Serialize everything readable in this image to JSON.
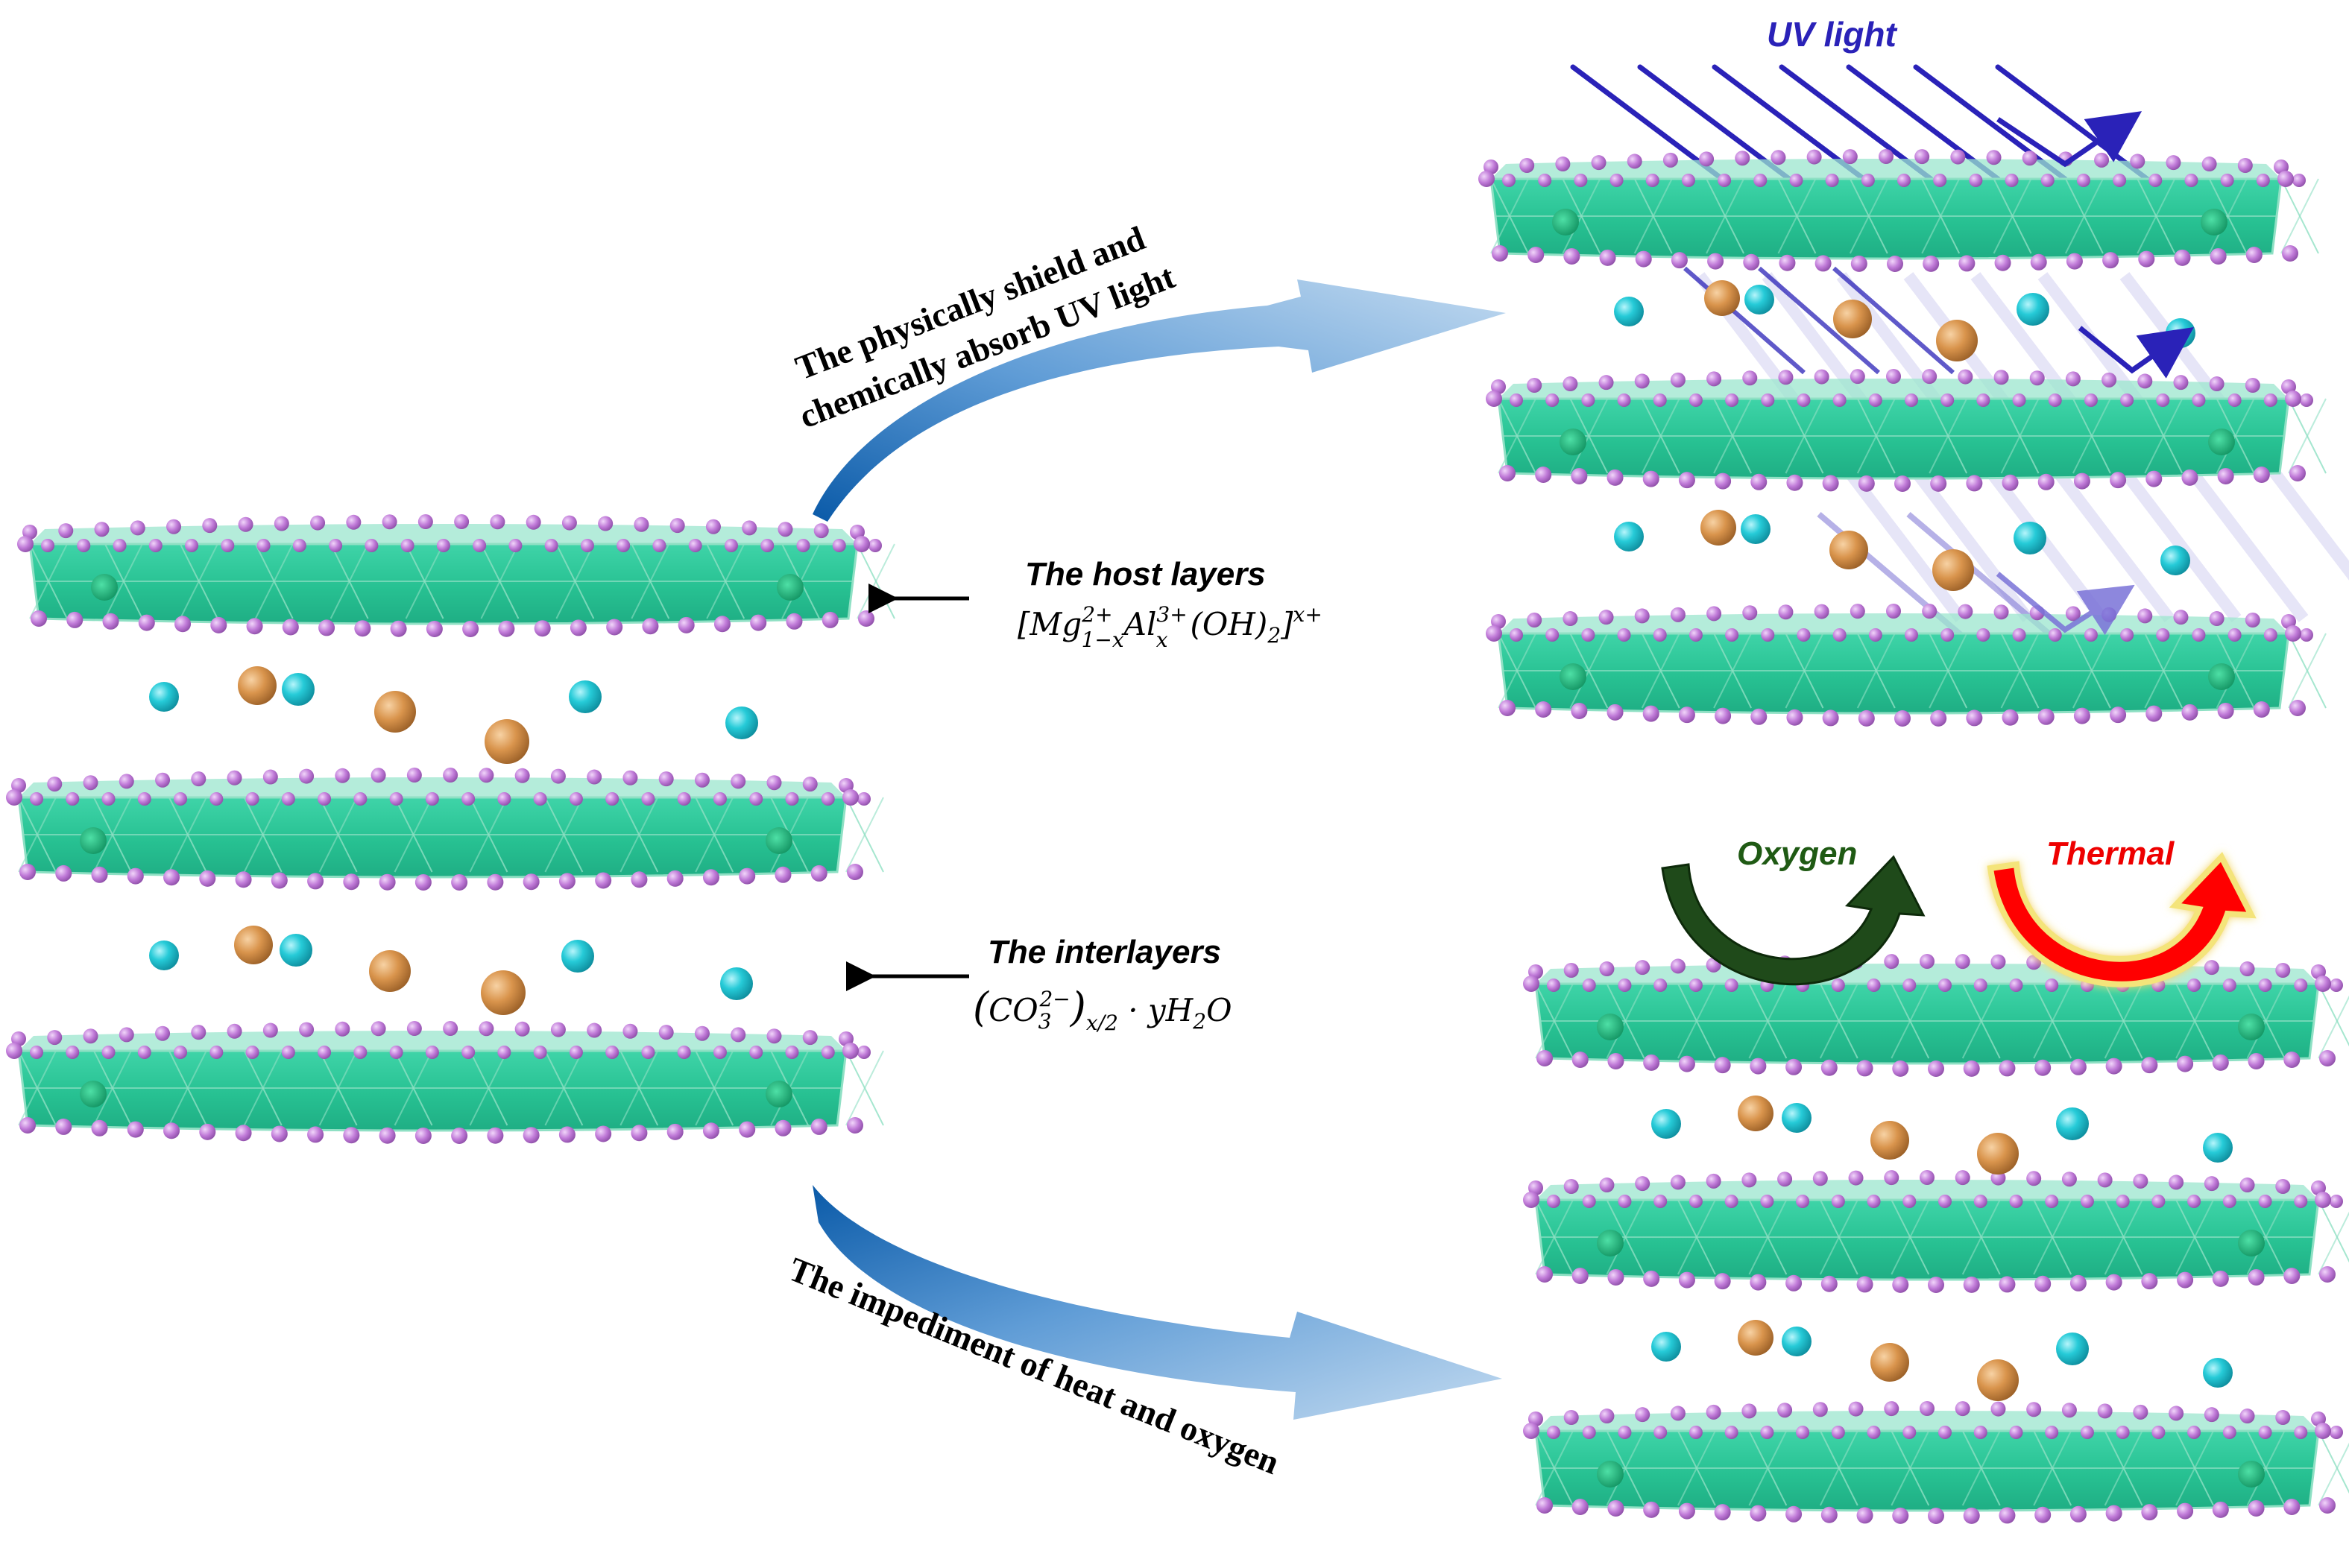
{
  "labels": {
    "uv_light": "UV light",
    "pathway_top_line1": "The physically shield and",
    "pathway_top_line2": "chemically absorb UV light",
    "pathway_bottom": "The impediment of heat and oxygen",
    "host_layers": "The host layers",
    "interlayers": "The interlayers",
    "oxygen": "Oxygen",
    "thermal": "Thermal"
  },
  "formulas": {
    "host": {
      "open": "[",
      "mg": "Mg",
      "mg_sup": "2+",
      "mg_sub": "1−x",
      "al": "Al",
      "al_sup": "3+",
      "al_sub": "x",
      "oh": "(OH)",
      "oh_sub": "2",
      "close": "]",
      "charge": "x+"
    },
    "interlayer": {
      "open": "(",
      "co": "CO",
      "co_sub": "3",
      "co_sup": "2−",
      "close": ")",
      "outer_sub": "x/2",
      "water": " · yH",
      "water_sub": "2",
      "water_end": "O"
    }
  },
  "colors": {
    "layer_fill": "#2fc79a",
    "layer_edge": "#8fe0c4",
    "layer_dark": "#16a37a",
    "oxygen_atom": "#c07ad8",
    "cation_blue": "#22c8d6",
    "anion_orange": "#d9944c",
    "uv_line": "#2a22b8",
    "uv_text": "#2a22b8",
    "pathway_arrow_dark": "#0a5aa8",
    "pathway_arrow_light": "#b8d4ee",
    "oxygen_arrow": "#1f4a1a",
    "oxygen_text": "#1f5a14",
    "thermal_arrow": "#ff0000",
    "thermal_text": "#ee0000",
    "thermal_glow": "#f4e47a",
    "pointer_arrow": "#000000"
  },
  "icons": {
    "uv_ray": "uv-ray-icon",
    "cycle_oxygen": "oxygen-cycle-arrow-icon",
    "cycle_thermal": "thermal-cycle-arrow-icon",
    "pointer": "pointer-arrow-icon"
  }
}
